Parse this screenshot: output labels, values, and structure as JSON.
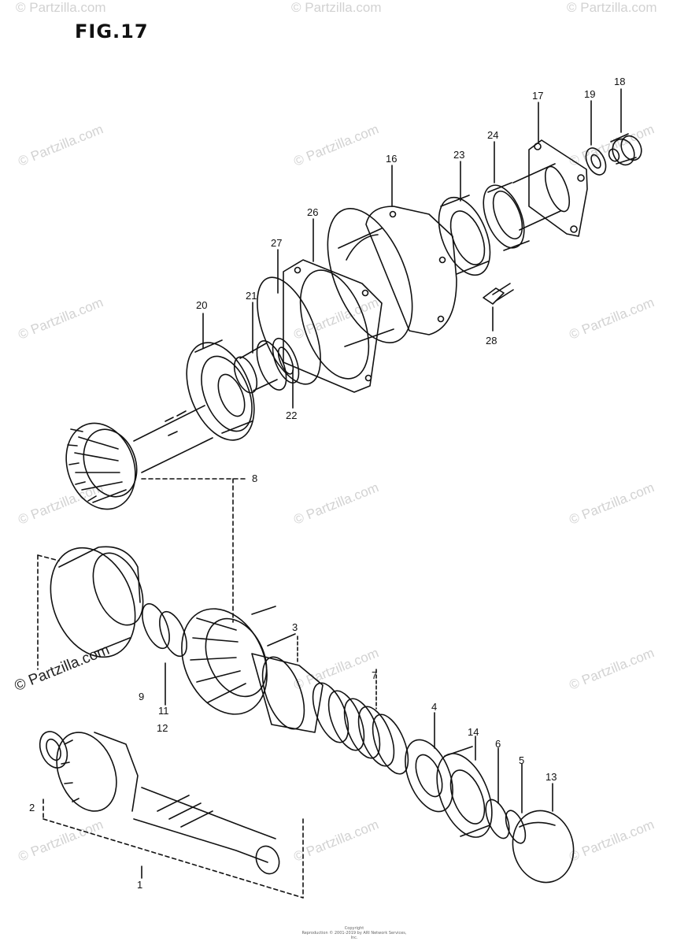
{
  "figure_title": "FIG.17",
  "watermark_text": "© Partzilla.com",
  "footer": {
    "line1": "Copyright",
    "line2": "Reproduction © 2001-2019 by ARI Network Services, Inc."
  },
  "part_labels": [
    "18",
    "17",
    "19",
    "24",
    "16",
    "23",
    "26",
    "27",
    "21",
    "20",
    "22",
    "28",
    "8",
    "3",
    "7",
    "9",
    "11",
    "12",
    "4",
    "14",
    "6",
    "5",
    "13",
    "2",
    "1"
  ],
  "colors": {
    "ink": "#111111",
    "watermark": "#d2d2d2",
    "background": "#ffffff"
  }
}
